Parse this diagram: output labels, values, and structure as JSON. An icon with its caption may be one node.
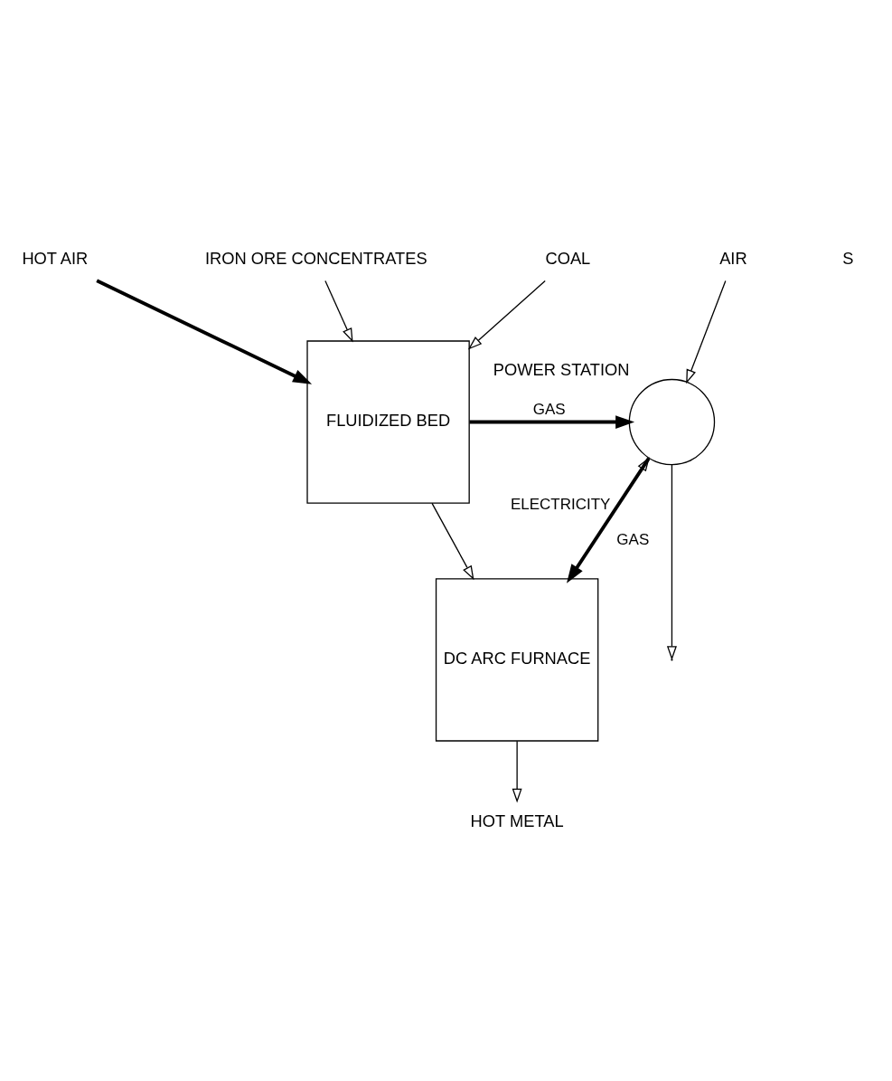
{
  "diagram": {
    "nodes": [
      {
        "text": [
          "HOT AIR"
        ]
      },
      {
        "text": [
          "IRON ORE CONCENTRATES"
        ]
      },
      {
        "text": [
          "COAL"
        ]
      },
      {
        "text": [
          "AIR"
        ]
      },
      {
        "text": [
          "FLUIDIZED BED"
        ]
      },
      {
        "text": [],
        "shape": "circle",
        "beside": [
          "POWER STATION"
        ]
      },
      {
        "text": [
          "DC ARC FURNACE"
        ]
      },
      {
        "text": [
          "HOT METAL"
        ]
      }
    ],
    "edges": [
      {
        "from": 0,
        "to": 4,
        "arrow": "to",
        "style": "thick"
      },
      {
        "from": 1,
        "to": 4,
        "arrow": "to"
      },
      {
        "from": 2,
        "to": 4,
        "arrow": "to"
      },
      {
        "from": 3,
        "to": 5,
        "arrow": "to"
      },
      {
        "from": 4,
        "to": 5,
        "arrow": "to",
        "label": "GAS",
        "style": "thick"
      },
      {
        "from": 4,
        "to": 6,
        "arrow": "to"
      },
      {
        "from": 6,
        "to": 5,
        "arrow": "to",
        "label": "GAS"
      },
      {
        "from": 5,
        "to": 6,
        "arrow": "to",
        "label": "ELECTRICITY",
        "style": "thick"
      },
      {
        "from": 5,
        "to": null,
        "arrow": "to"
      },
      {
        "from": 6,
        "to": 7,
        "arrow": "to"
      }
    ],
    "labels": [
      "S"
    ]
  }
}
